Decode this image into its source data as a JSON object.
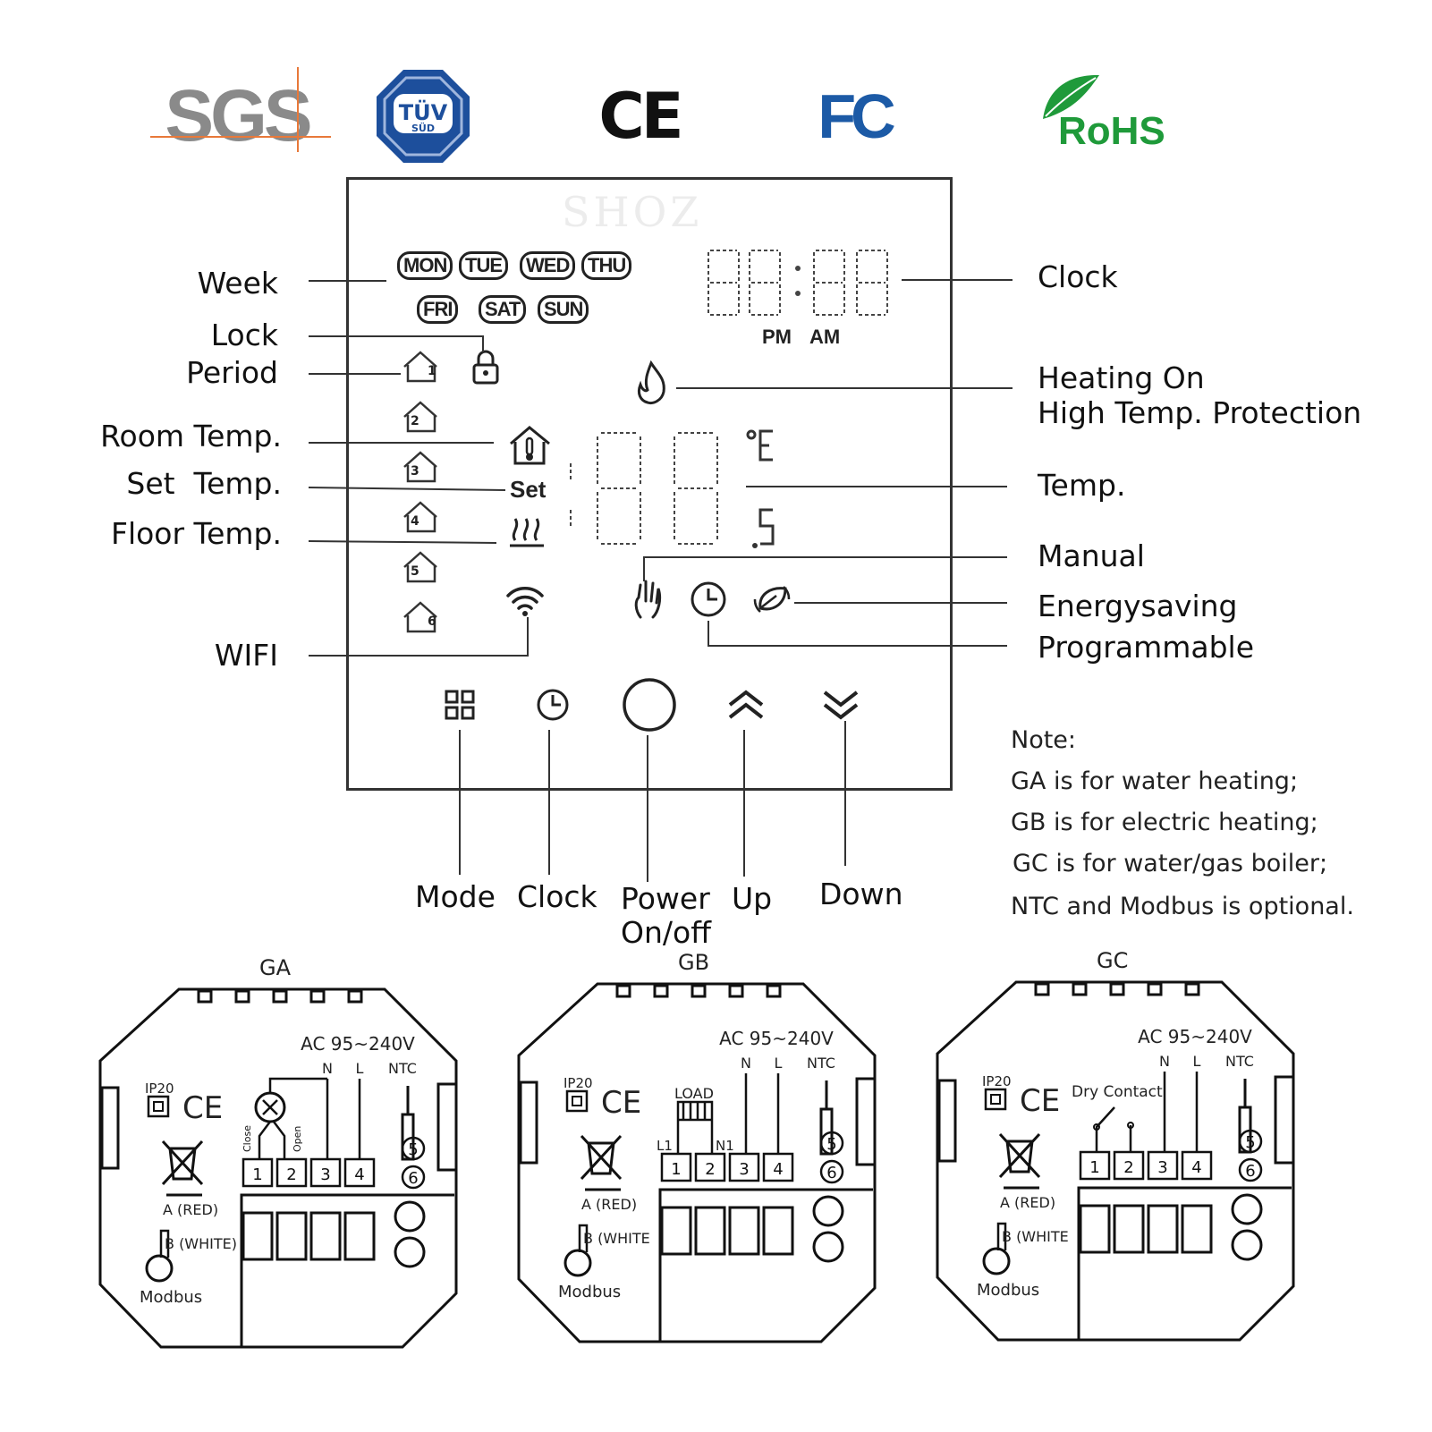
{
  "certifications": {
    "sgs": "SGS",
    "tuv_main": "TÜV",
    "tuv_sub": "SÜD",
    "ce": "CE",
    "fc": "FC",
    "rohs": "RoHS"
  },
  "watermark": "SHOZ",
  "display": {
    "week_days_row1": [
      "MON",
      "TUE",
      "WED",
      "THU"
    ],
    "week_days_row2": [
      "FRI",
      "SAT",
      "SUN"
    ],
    "pm": "PM",
    "am": "AM",
    "set": "Set",
    "period_numbers": [
      "1",
      "2",
      "3",
      "4",
      "5",
      "6"
    ]
  },
  "labels_left": {
    "week": "Week",
    "lock": "Lock",
    "period": "Period",
    "room_temp": "Room Temp.",
    "set_temp": "Set  Temp.",
    "floor_temp": "Floor Temp.",
    "wifi": "WIFI"
  },
  "labels_right": {
    "clock": "Clock",
    "heating_on": "Heating On",
    "high_temp": "High Temp. Protection",
    "temp": "Temp.",
    "manual": "Manual",
    "energysaving": "Energysaving",
    "programmable": "Programmable"
  },
  "buttons": {
    "mode": "Mode",
    "clock": "Clock",
    "power_line1": "Power",
    "power_line2": "On/off",
    "up": "Up",
    "down": "Down"
  },
  "note": {
    "title": "Note:",
    "lines": [
      "GA is for water heating;",
      "GB is for electric heating;",
      "GC is for water/gas boiler;",
      "NTC and Modbus is optional."
    ]
  },
  "wiring": [
    {
      "name": "GA",
      "voltage": "AC 95~240V",
      "n": "N",
      "l": "L",
      "ntc": "NTC",
      "ip": "IP20",
      "ce": "CE",
      "extra": "",
      "close": "Close",
      "open": "Open",
      "l1": "",
      "n1": "",
      "terminals": [
        "1",
        "2",
        "3",
        "4"
      ],
      "ntc_terminals": [
        "5",
        "6"
      ],
      "a": "A (RED)",
      "b": "B (WHITE)",
      "modbus": "Modbus"
    },
    {
      "name": "GB",
      "voltage": "AC 95~240V",
      "n": "N",
      "l": "L",
      "ntc": "NTC",
      "ip": "IP20",
      "ce": "CE",
      "extra": "LOAD",
      "close": "",
      "open": "",
      "l1": "L1",
      "n1": "N1",
      "terminals": [
        "1",
        "2",
        "3",
        "4"
      ],
      "ntc_terminals": [
        "5",
        "6"
      ],
      "a": "A (RED)",
      "b": "B (WHITE",
      "modbus": "Modbus"
    },
    {
      "name": "GC",
      "voltage": "AC 95~240V",
      "n": "N",
      "l": "L",
      "ntc": "NTC",
      "ip": "IP20",
      "ce": "CE",
      "extra": "Dry Contact",
      "close": "",
      "open": "",
      "l1": "",
      "n1": "",
      "terminals": [
        "1",
        "2",
        "3",
        "4"
      ],
      "ntc_terminals": [
        "5",
        "6"
      ],
      "a": "A (RED)",
      "b": "B (WHITE",
      "modbus": "Modbus"
    }
  ]
}
